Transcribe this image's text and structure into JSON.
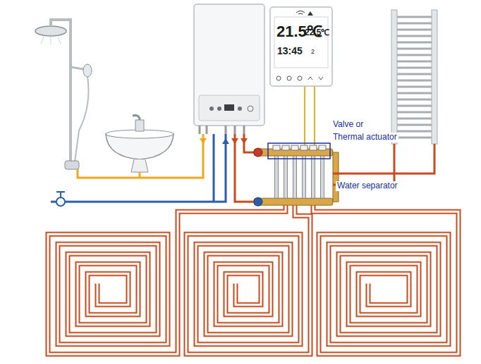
{
  "diagram": {
    "labels": [
      "21.5℃",
      "22.5℃",
      "13:45",
      "2",
      "Valve or",
      "Thermal actuator",
      "Water separator"
    ]
  }
}
